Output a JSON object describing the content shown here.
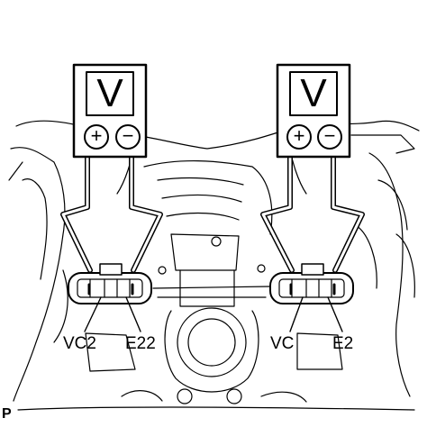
{
  "meters": [
    {
      "symbol": "V",
      "positive": "+",
      "negative": "−"
    },
    {
      "symbol": "V",
      "positive": "+",
      "negative": "−"
    }
  ],
  "terminals": {
    "left_pos": "VC2",
    "left_neg": "E22",
    "right_pos": "VC",
    "right_neg": "E2"
  },
  "corner_mark": "P"
}
